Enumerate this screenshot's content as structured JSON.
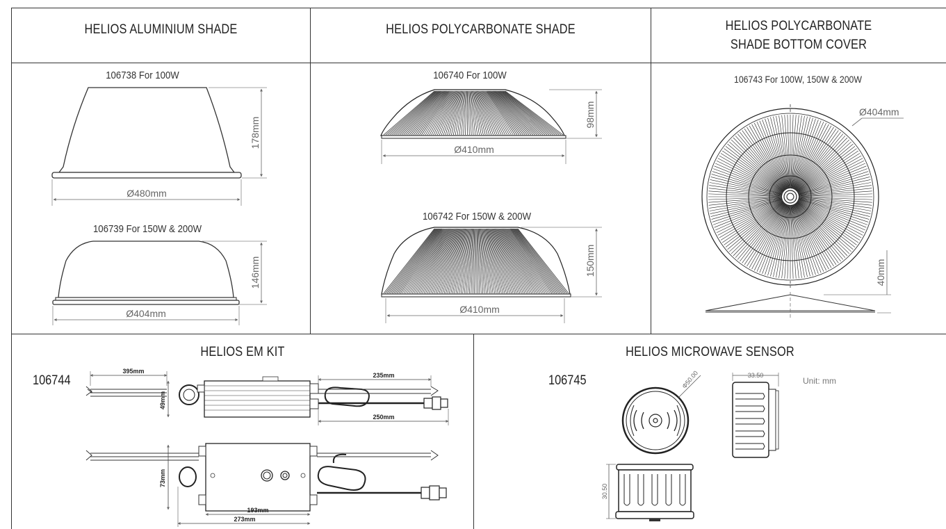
{
  "headers": {
    "aluminium": "HELIOS ALUMINIUM SHADE",
    "polycarbonate": "HELIOS POLYCARBONATE SHADE",
    "bottom_cover_line1": "HELIOS POLYCARBONATE",
    "bottom_cover_line2": "SHADE BOTTOM COVER",
    "em_kit": "HELIOS EM KIT",
    "sensor": "HELIOS MICROWAVE SENSOR"
  },
  "aluminium": {
    "p1_label": "106738  For 100W",
    "p1_height": "178mm",
    "p1_diameter": "Ø480mm",
    "p2_label": "106739  For 150W & 200W",
    "p2_height": "146mm",
    "p2_diameter": "Ø404mm"
  },
  "polycarbonate": {
    "p1_label": "106740  For 100W",
    "p1_height": "98mm",
    "p1_diameter": "Ø410mm",
    "p2_label": "106742  For 150W & 200W",
    "p2_height": "150mm",
    "p2_diameter": "Ø410mm"
  },
  "bottom_cover": {
    "label": "106743  For 100W, 150W & 200W",
    "diameter": "Ø404mm",
    "height": "40mm"
  },
  "em_kit": {
    "code": "106744",
    "dim_left_cable": "395mm",
    "dim_right_cable": "235mm",
    "dim_height_top": "49mm",
    "dim_right_lower": "250mm",
    "dim_height_bottom": "73mm",
    "dim_inner": "193mm",
    "dim_overall": "273mm"
  },
  "sensor": {
    "code": "106745",
    "dim_diameter": "Φ50.00",
    "dim_width": "33.50",
    "dim_height": "30.50",
    "unit": "Unit: mm"
  },
  "colors": {
    "line": "#333333",
    "dim": "#666666",
    "shade_fill": "#ffffff",
    "rib": "#222222"
  }
}
